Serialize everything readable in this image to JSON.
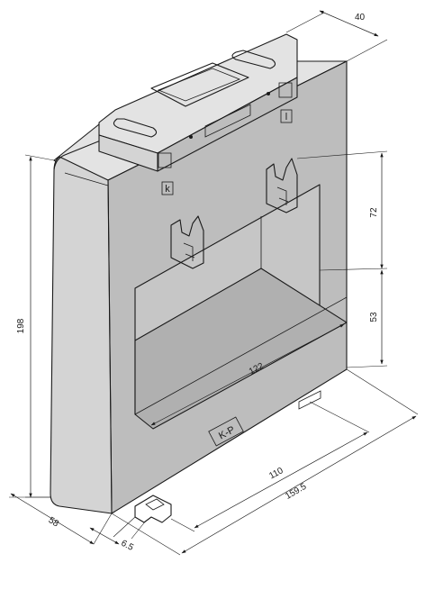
{
  "dimensions": {
    "depth": "40",
    "window_height": "72",
    "window_lower": "53",
    "overall_height": "198",
    "window_width": "122",
    "terminal_pitch": "110",
    "overall_width": "159.5",
    "base_depth": "58",
    "tab_width": "6.5"
  },
  "markings": {
    "terminal_k": "k",
    "terminal_l": "l",
    "polarity": "K-P"
  }
}
